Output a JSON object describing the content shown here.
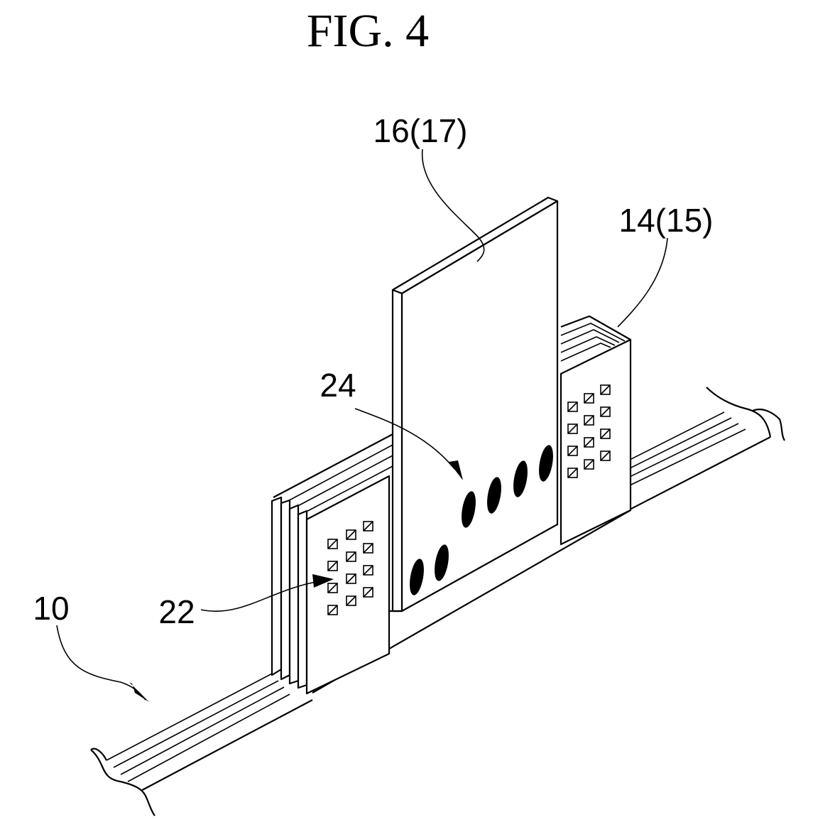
{
  "figure": {
    "title": "FIG. 4",
    "labels": {
      "ref_10": "10",
      "ref_22": "22",
      "ref_24": "24",
      "ref_16_17": "16(17)",
      "ref_14_15": "14(15)"
    }
  }
}
